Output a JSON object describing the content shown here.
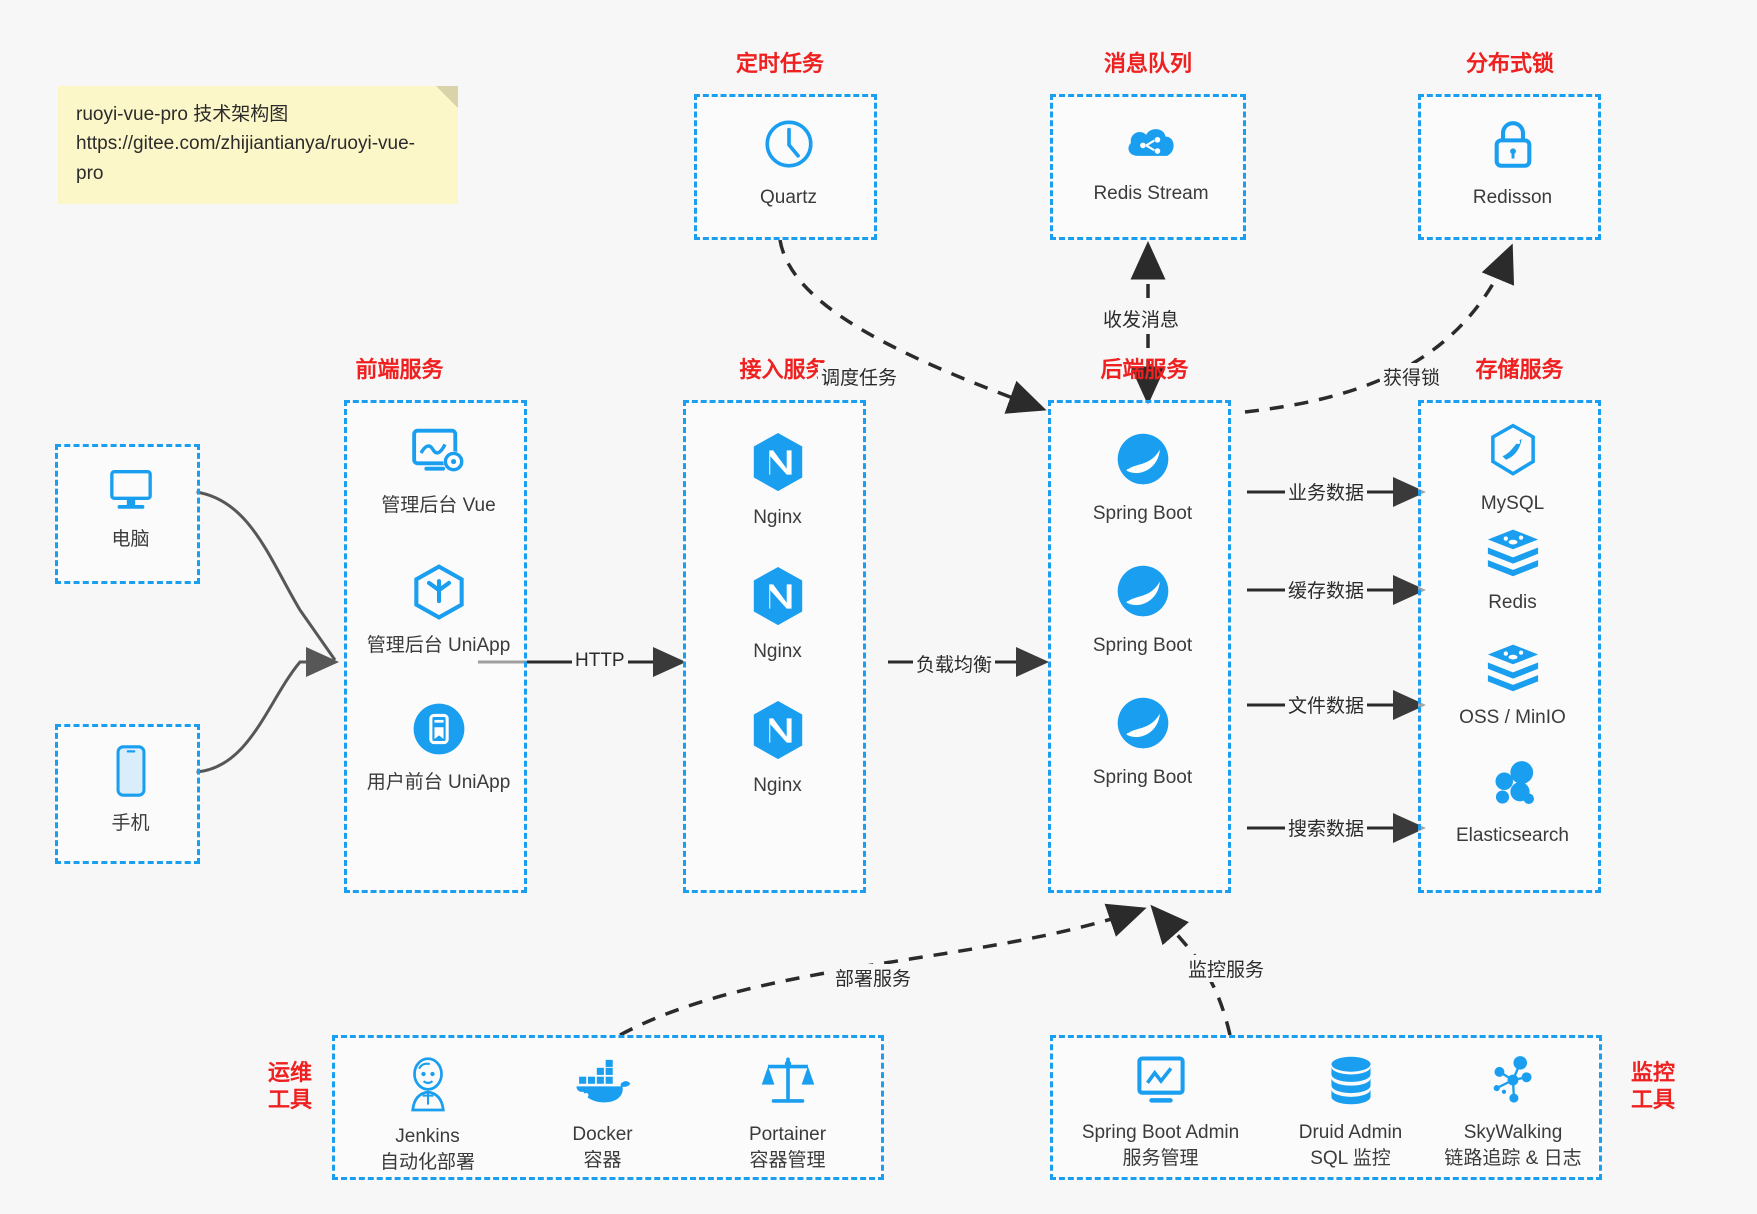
{
  "note": {
    "line1": "ruoyi-vue-pro 技术架构图",
    "line2": "https://gitee.com/zhijiantianya/ruoyi-vue-pro"
  },
  "colors": {
    "accent_blue": "#1a9ef0",
    "title_red": "#ef2020",
    "icon_blue": "#1a9ef0",
    "arrow_gray": "#3a3a3a",
    "note_yellow": "#fcf7c8",
    "background": "#f7f7f7"
  },
  "groups": {
    "scheduled_task": {
      "title": "定时任务",
      "nodes": [
        {
          "label": "Quartz",
          "icon": "clock-icon"
        }
      ]
    },
    "message_queue": {
      "title": "消息队列",
      "nodes": [
        {
          "label": "Redis Stream",
          "icon": "cloud-stream-icon"
        }
      ]
    },
    "distributed_lock": {
      "title": "分布式锁",
      "nodes": [
        {
          "label": "Redisson",
          "icon": "lock-icon"
        }
      ]
    },
    "clients": {
      "nodes": [
        {
          "label": "电脑",
          "icon": "desktop-icon"
        },
        {
          "label": "手机",
          "icon": "phone-icon"
        }
      ]
    },
    "frontend": {
      "title": "前端服务",
      "nodes": [
        {
          "label": "管理后台 Vue",
          "icon": "dashboard-gear-icon"
        },
        {
          "label": "管理后台 UniApp",
          "icon": "cube-icon"
        },
        {
          "label": "用户前台 UniApp",
          "icon": "mobile-app-icon"
        }
      ]
    },
    "gateway": {
      "title": "接入服务",
      "nodes": [
        {
          "label": "Nginx",
          "icon": "nginx-icon"
        },
        {
          "label": "Nginx",
          "icon": "nginx-icon"
        },
        {
          "label": "Nginx",
          "icon": "nginx-icon"
        }
      ]
    },
    "backend": {
      "title": "后端服务",
      "nodes": [
        {
          "label": "Spring Boot",
          "icon": "spring-boot-icon"
        },
        {
          "label": "Spring Boot",
          "icon": "spring-boot-icon"
        },
        {
          "label": "Spring Boot",
          "icon": "spring-boot-icon"
        }
      ]
    },
    "storage": {
      "title": "存储服务",
      "nodes": [
        {
          "label": "MySQL",
          "icon": "mysql-icon"
        },
        {
          "label": "Redis",
          "icon": "redis-icon"
        },
        {
          "label": "OSS / MinIO",
          "icon": "oss-icon"
        },
        {
          "label": "Elasticsearch",
          "icon": "elasticsearch-icon"
        }
      ]
    },
    "devops": {
      "title_line1": "运维",
      "title_line2": "工具",
      "nodes": [
        {
          "label": "Jenkins",
          "sublabel": "自动化部署",
          "icon": "jenkins-icon"
        },
        {
          "label": "Docker",
          "sublabel": "容器",
          "icon": "docker-icon"
        },
        {
          "label": "Portainer",
          "sublabel": "容器管理",
          "icon": "scales-icon"
        }
      ]
    },
    "monitoring": {
      "title_line1": "监控",
      "title_line2": "工具",
      "nodes": [
        {
          "label": "Spring Boot Admin",
          "sublabel": "服务管理",
          "icon": "monitor-chart-icon"
        },
        {
          "label": "Druid Admin",
          "sublabel": "SQL 监控",
          "icon": "database-icon"
        },
        {
          "label": "SkyWalking",
          "sublabel": "链路追踪 & 日志",
          "icon": "skywalking-icon"
        }
      ]
    }
  },
  "edges": {
    "http": "HTTP",
    "load_balance": "负载均衡",
    "schedule_task": "调度任务",
    "send_receive_message": "收发消息",
    "acquire_lock": "获得锁",
    "business_data": "业务数据",
    "cache_data": "缓存数据",
    "file_data": "文件数据",
    "search_data": "搜索数据",
    "deploy_service": "部署服务",
    "monitor_service": "监控服务"
  }
}
